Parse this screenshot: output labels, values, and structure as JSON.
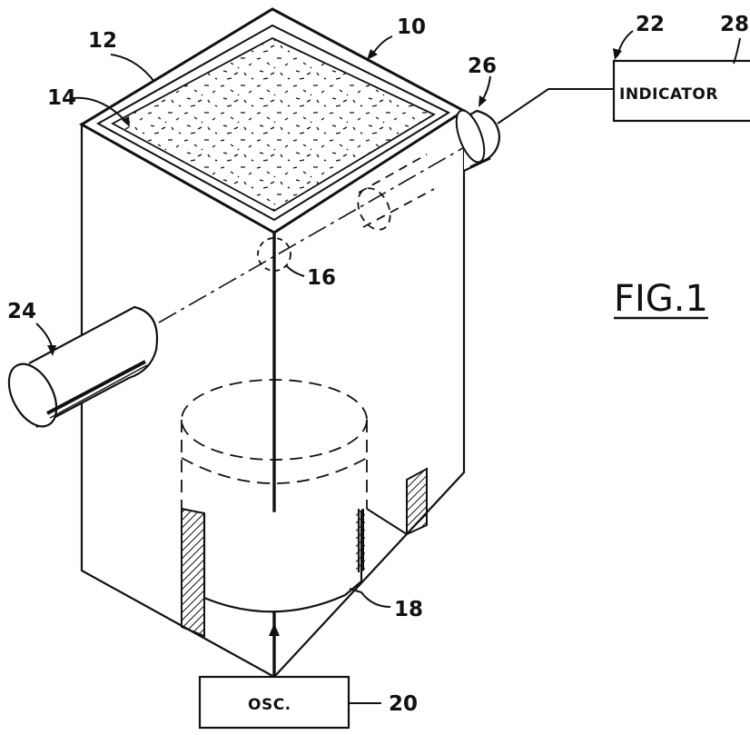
{
  "figure": {
    "title": "FIG.1"
  },
  "labels": {
    "container": "10",
    "wall": "12",
    "sample": "14",
    "point": "16",
    "transducer": "18",
    "oscillator": "20",
    "indicator_assembly": "22",
    "source": "24",
    "detector": "26",
    "connection": "28"
  },
  "boxes": {
    "oscillator_text": "OSC.",
    "indicator_text": "INDICATOR"
  },
  "colors": {
    "ink": "#111111",
    "paper": "#ffffff"
  }
}
